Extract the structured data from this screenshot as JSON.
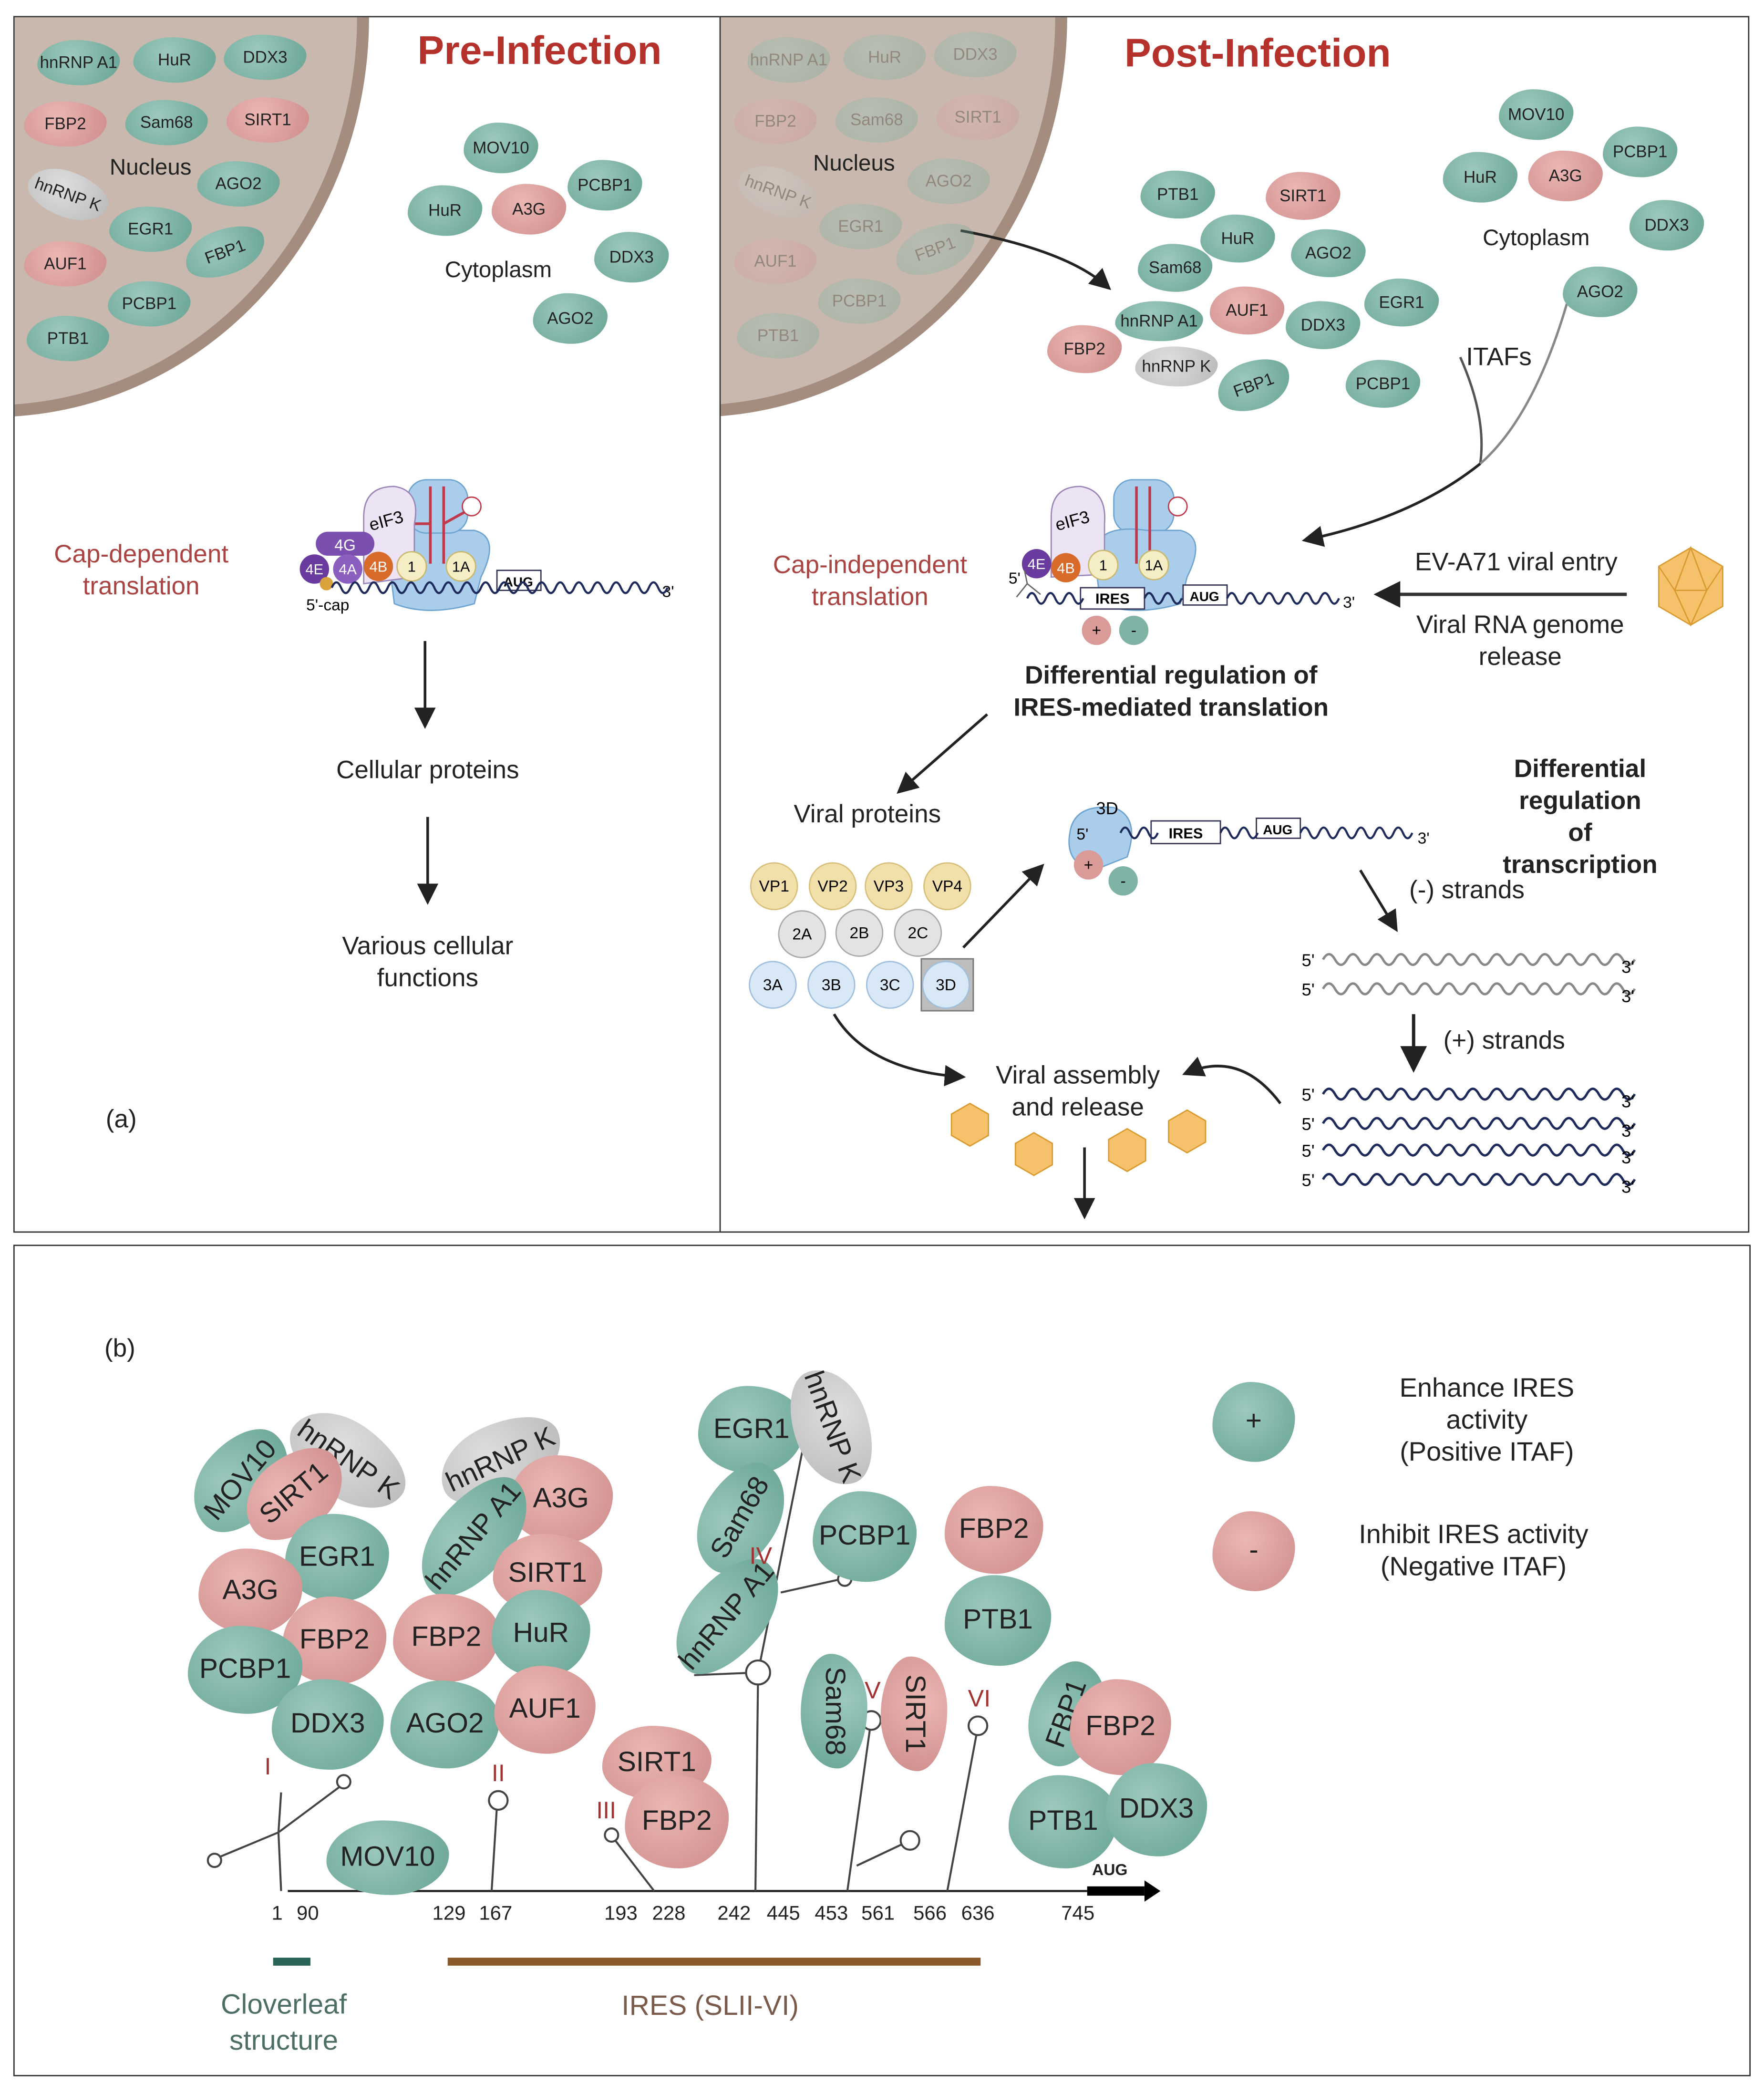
{
  "panel_a": {
    "label": "(a)",
    "pre": {
      "title": "Pre-Infection",
      "nucleus_label": "Nucleus",
      "cytoplasm_label": "Cytoplasm",
      "nucleus_proteins": [
        {
          "name": "hnRNP A1",
          "type": "pos"
        },
        {
          "name": "HuR",
          "type": "pos"
        },
        {
          "name": "DDX3",
          "type": "pos"
        },
        {
          "name": "FBP2",
          "type": "neg"
        },
        {
          "name": "Sam68",
          "type": "pos"
        },
        {
          "name": "SIRT1",
          "type": "neg"
        },
        {
          "name": "hnRNP K",
          "type": "neu"
        },
        {
          "name": "AGO2",
          "type": "pos"
        },
        {
          "name": "EGR1",
          "type": "pos"
        },
        {
          "name": "FBP1",
          "type": "pos"
        },
        {
          "name": "AUF1",
          "type": "neg"
        },
        {
          "name": "PCBP1",
          "type": "pos"
        },
        {
          "name": "PTB1",
          "type": "pos"
        }
      ],
      "cytoplasm_proteins": [
        {
          "name": "MOV10",
          "type": "pos"
        },
        {
          "name": "HuR",
          "type": "pos"
        },
        {
          "name": "A3G",
          "type": "neg"
        },
        {
          "name": "PCBP1",
          "type": "pos"
        },
        {
          "name": "DDX3",
          "type": "pos"
        },
        {
          "name": "AGO2",
          "type": "pos"
        }
      ],
      "translation_label": "Cap-dependent\ntranslation",
      "complex": {
        "eif3": "eIF3",
        "g4": "4G",
        "e4": "4E",
        "a4": "4A",
        "b4": "4B",
        "f1": "1",
        "f1a": "1A",
        "aug": "AUG",
        "cap": "5'-cap",
        "three": "3'"
      },
      "step1": "Cellular proteins",
      "step2": "Various cellular\nfunctions"
    },
    "post": {
      "title": "Post-Infection",
      "nucleus_label": "Nucleus",
      "cytoplasm_label": "Cytoplasm",
      "itafs_label": "ITAFs",
      "nucleus_proteins": [
        {
          "name": "hnRNP A1",
          "type": "pos"
        },
        {
          "name": "HuR",
          "type": "pos"
        },
        {
          "name": "DDX3",
          "type": "pos"
        },
        {
          "name": "FBP2",
          "type": "neg"
        },
        {
          "name": "Sam68",
          "type": "pos"
        },
        {
          "name": "SIRT1",
          "type": "neg"
        },
        {
          "name": "hnRNP K",
          "type": "neu"
        },
        {
          "name": "AGO2",
          "type": "pos"
        },
        {
          "name": "EGR1",
          "type": "pos"
        },
        {
          "name": "FBP1",
          "type": "pos"
        },
        {
          "name": "AUF1",
          "type": "neg"
        },
        {
          "name": "PCBP1",
          "type": "pos"
        },
        {
          "name": "PTB1",
          "type": "pos"
        }
      ],
      "released_proteins": [
        {
          "name": "PTB1",
          "type": "pos"
        },
        {
          "name": "SIRT1",
          "type": "neg"
        },
        {
          "name": "HuR",
          "type": "pos"
        },
        {
          "name": "AGO2",
          "type": "pos"
        },
        {
          "name": "Sam68",
          "type": "pos"
        },
        {
          "name": "hnRNP A1",
          "type": "pos"
        },
        {
          "name": "AUF1",
          "type": "neg"
        },
        {
          "name": "DDX3",
          "type": "pos"
        },
        {
          "name": "EGR1",
          "type": "pos"
        },
        {
          "name": "FBP2",
          "type": "neg"
        },
        {
          "name": "hnRNP K",
          "type": "neu"
        },
        {
          "name": "FBP1",
          "type": "pos"
        },
        {
          "name": "PCBP1",
          "type": "pos"
        }
      ],
      "cytoplasm_proteins": [
        {
          "name": "MOV10",
          "type": "pos"
        },
        {
          "name": "HuR",
          "type": "pos"
        },
        {
          "name": "A3G",
          "type": "neg"
        },
        {
          "name": "PCBP1",
          "type": "pos"
        },
        {
          "name": "DDX3",
          "type": "pos"
        },
        {
          "name": "AGO2",
          "type": "pos"
        }
      ],
      "translation_label": "Cap-independent\ntranslation",
      "complex": {
        "eif3": "eIF3",
        "e4": "4E",
        "b4": "4B",
        "f1": "1",
        "f1a": "1A",
        "ires": "IRES",
        "aug": "AUG",
        "five": "5'",
        "three": "3'",
        "plus": "+",
        "minus": "-"
      },
      "viral_entry": "EV-A71 viral entry",
      "genome_release": "Viral RNA genome\nrelease",
      "ires_regulation": "Differential regulation of\nIRES-mediated translation",
      "viral_proteins_label": "Viral proteins",
      "viral_proteins": [
        {
          "name": "VP1",
          "group": "y"
        },
        {
          "name": "VP2",
          "group": "y"
        },
        {
          "name": "VP3",
          "group": "y"
        },
        {
          "name": "VP4",
          "group": "y"
        },
        {
          "name": "2A",
          "group": "g"
        },
        {
          "name": "2B",
          "group": "g"
        },
        {
          "name": "2C",
          "group": "g"
        },
        {
          "name": "3A",
          "group": "b"
        },
        {
          "name": "3B",
          "group": "b"
        },
        {
          "name": "3C",
          "group": "b"
        },
        {
          "name": "3D",
          "group": "b"
        }
      ],
      "replication": {
        "pol": "3D",
        "five": "5'",
        "ires": "IRES",
        "aug": "AUG",
        "three": "3'",
        "plus": "+",
        "minus": "-"
      },
      "transcription_regulation": "Differential regulation\nof transcription",
      "minus_strands": "(-) strands",
      "plus_strands": "(+) strands",
      "strand_five": "5'",
      "strand_three": "3'",
      "assembly": "Viral assembly\nand release"
    }
  },
  "panel_b": {
    "label": "(b)",
    "legend": [
      {
        "symbol": "+",
        "type": "pos",
        "text": "Enhance IRES activity\n(Positive ITAF)"
      },
      {
        "symbol": "-",
        "type": "neg",
        "text": "Inhibit IRES activity\n(Negative ITAF)"
      }
    ],
    "proteins": [
      {
        "name": "MOV10",
        "type": "pos"
      },
      {
        "name": "hnRNP K",
        "type": "neu"
      },
      {
        "name": "SIRT1",
        "type": "neg"
      },
      {
        "name": "EGR1",
        "type": "pos"
      },
      {
        "name": "A3G",
        "type": "neg"
      },
      {
        "name": "FBP2",
        "type": "neg"
      },
      {
        "name": "PCBP1",
        "type": "pos"
      },
      {
        "name": "DDX3",
        "type": "pos"
      },
      {
        "name": "hnRNP K",
        "type": "neu"
      },
      {
        "name": "A3G",
        "type": "neg"
      },
      {
        "name": "hnRNP A1",
        "type": "pos"
      },
      {
        "name": "SIRT1",
        "type": "neg"
      },
      {
        "name": "FBP2",
        "type": "neg"
      },
      {
        "name": "HuR",
        "type": "pos"
      },
      {
        "name": "AGO2",
        "type": "pos"
      },
      {
        "name": "AUF1",
        "type": "neg"
      },
      {
        "name": "MOV10",
        "type": "pos"
      },
      {
        "name": "SIRT1",
        "type": "neg"
      },
      {
        "name": "FBP2",
        "type": "neg"
      },
      {
        "name": "EGR1",
        "type": "pos"
      },
      {
        "name": "hnRNP K",
        "type": "neu"
      },
      {
        "name": "Sam68",
        "type": "pos"
      },
      {
        "name": "PCBP1",
        "type": "pos"
      },
      {
        "name": "hnRNP A1",
        "type": "pos"
      },
      {
        "name": "Sam68",
        "type": "pos"
      },
      {
        "name": "SIRT1",
        "type": "neg"
      },
      {
        "name": "FBP2",
        "type": "neg"
      },
      {
        "name": "PTB1",
        "type": "pos"
      },
      {
        "name": "FBP1",
        "type": "pos"
      },
      {
        "name": "FBP2",
        "type": "neg"
      },
      {
        "name": "PTB1",
        "type": "pos"
      },
      {
        "name": "DDX3",
        "type": "pos"
      }
    ],
    "stem_loops": [
      "I",
      "II",
      "III",
      "IV",
      "V",
      "VI"
    ],
    "positions": [
      "1",
      "90",
      "129",
      "167",
      "193",
      "228",
      "242",
      "445",
      "453",
      "561",
      "566",
      "636",
      "745"
    ],
    "aug": "AUG",
    "cloverleaf_label": "Cloverleaf\nstructure",
    "ires_label": "IRES (SLII-VI)",
    "colors": {
      "positive": "#7fb3a5",
      "negative": "#d99a98",
      "neutral": "#c6c6c6",
      "cloverleaf_bar": "#2a6358",
      "ires_bar": "#8b5a2b",
      "title": "#b5312c"
    }
  }
}
